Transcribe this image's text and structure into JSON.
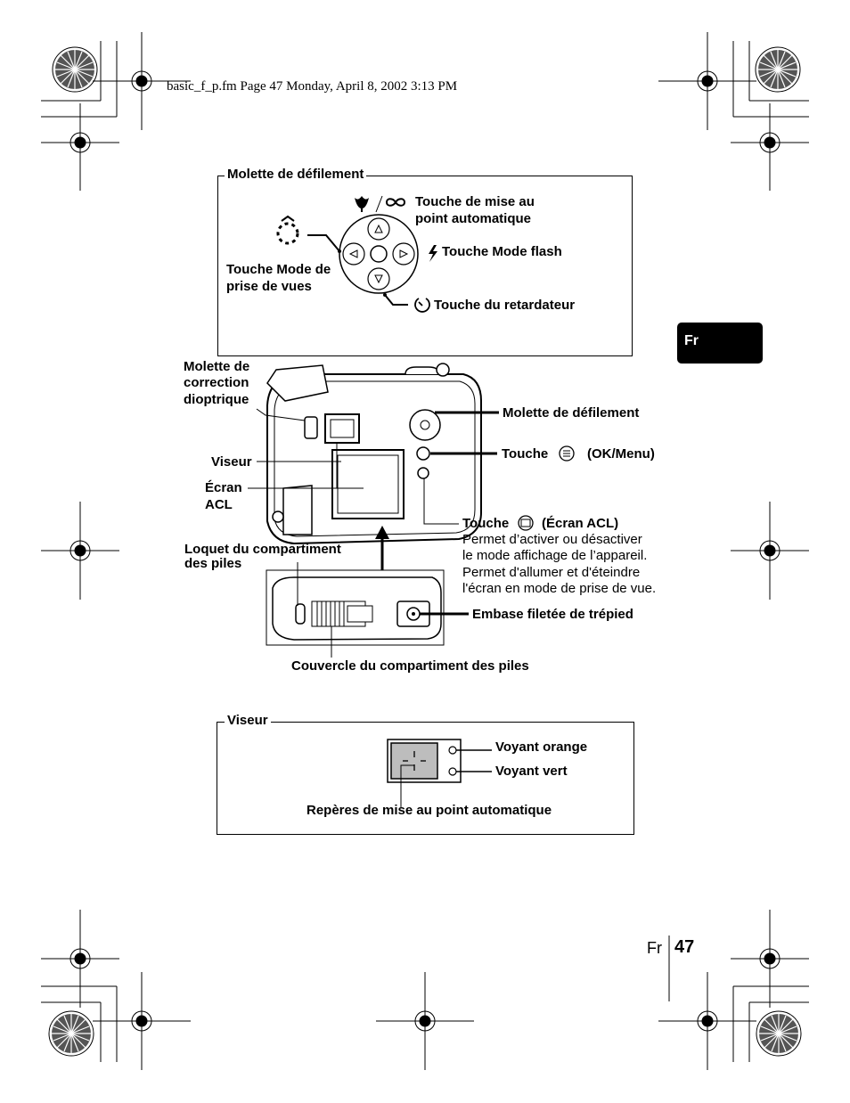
{
  "header": {
    "text": "basic_f_p.fm  Page 47  Monday, April 8, 2002  3:13 PM"
  },
  "side_tab": {
    "label": "Fr"
  },
  "footer": {
    "lang": "Fr",
    "page": "47"
  },
  "panel_dial": {
    "title": "Molette de défilement",
    "af_label_1": "Touche de mise au",
    "af_label_2": "point automatique",
    "flash_label": "Touche Mode flash",
    "self_timer_label": "Touche du retardateur",
    "mode_label_1": "Touche Mode de",
    "mode_label_2": "prise de vues",
    "af_symbols": "/∞"
  },
  "camera": {
    "diopter_1": "Molette de",
    "diopter_2": "correction",
    "diopter_3": "dioptrique",
    "viewfinder": "Viseur",
    "screen_1": "Écran",
    "screen_2": "ACL",
    "dial": "Molette de défilement",
    "ok_prefix": "Touche",
    "ok_suffix": "(OK/Menu)",
    "monitor_prefix": "Touche",
    "monitor_suffix": "(Écran ACL)",
    "monitor_desc_1": "Permet d’activer ou désactiver",
    "monitor_desc_2": "le mode affichage de l’appareil.",
    "monitor_desc_3": "Permet d'allumer et d'éteindre",
    "monitor_desc_4": "l'écran en mode de prise de vue.",
    "battery_latch_1": "Loquet du compartiment",
    "battery_latch_2": "des piles",
    "tripod": "Embase filetée de trépied",
    "battery_cover": "Couvercle du compartiment des piles"
  },
  "panel_viewfinder": {
    "title": "Viseur",
    "orange": "Voyant orange",
    "green": "Voyant vert",
    "af_marks": "Repères de mise au point automatique"
  }
}
